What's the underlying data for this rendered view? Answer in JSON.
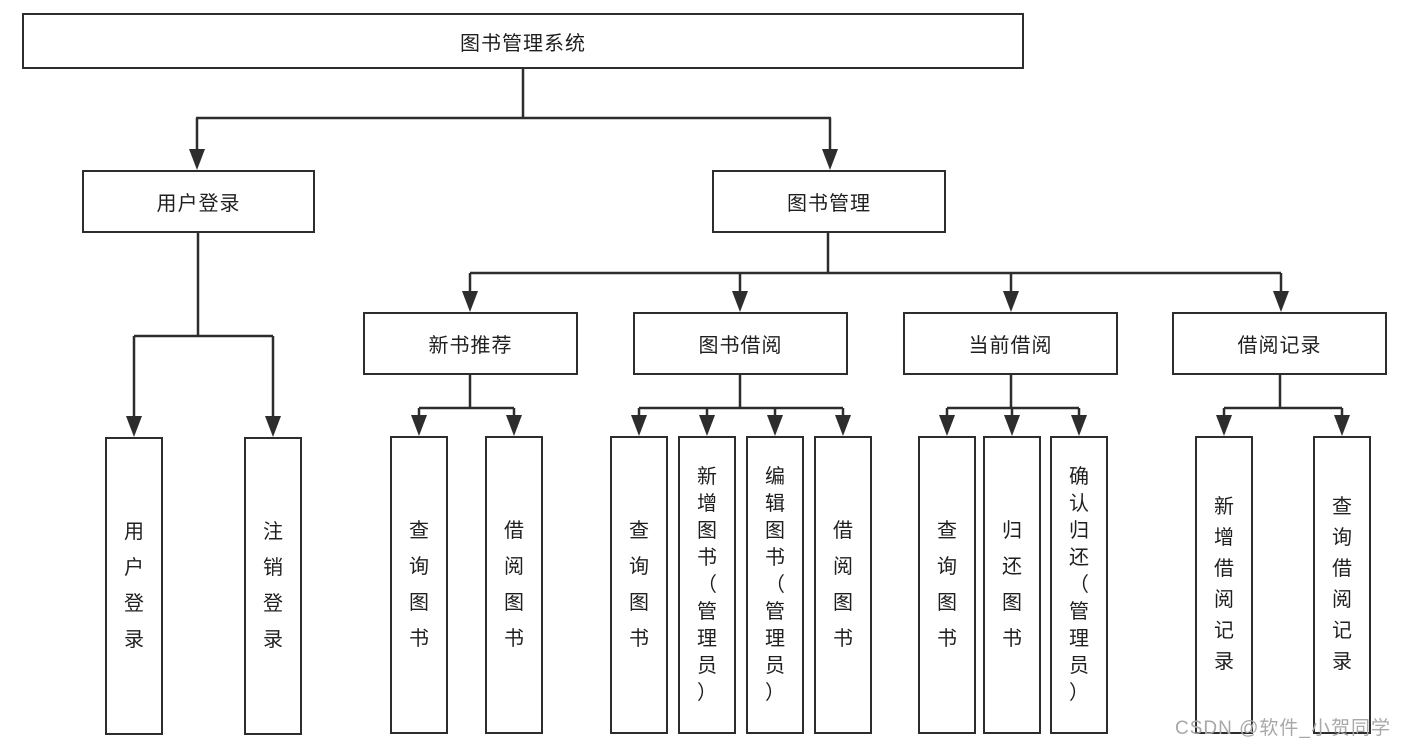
{
  "colors": {
    "line": "#2d2d2d",
    "node_border": "#2d2d2d",
    "node_background": "#ffffff",
    "text": "#1f1f1f",
    "watermark": "#a8a8a8"
  },
  "tree": {
    "root": "图书管理系统",
    "level1": [
      {
        "label": "用户登录",
        "children": [
          "用户登录",
          "注销登录"
        ]
      },
      {
        "label": "图书管理",
        "groups": [
          {
            "label": "新书推荐",
            "children": [
              "查询图书",
              "借阅图书"
            ]
          },
          {
            "label": "图书借阅",
            "children": [
              "查询图书",
              "新增图书（管理员）",
              "编辑图书（管理员）",
              "借阅图书"
            ]
          },
          {
            "label": "当前借阅",
            "children": [
              "查询图书",
              "归还图书",
              "确认归还（管理员）"
            ]
          },
          {
            "label": "借阅记录",
            "children": [
              "新增借阅记录",
              "查询借阅记录"
            ]
          }
        ]
      }
    ]
  },
  "watermark": {
    "text": "CSDN @软件_小贺同学"
  }
}
